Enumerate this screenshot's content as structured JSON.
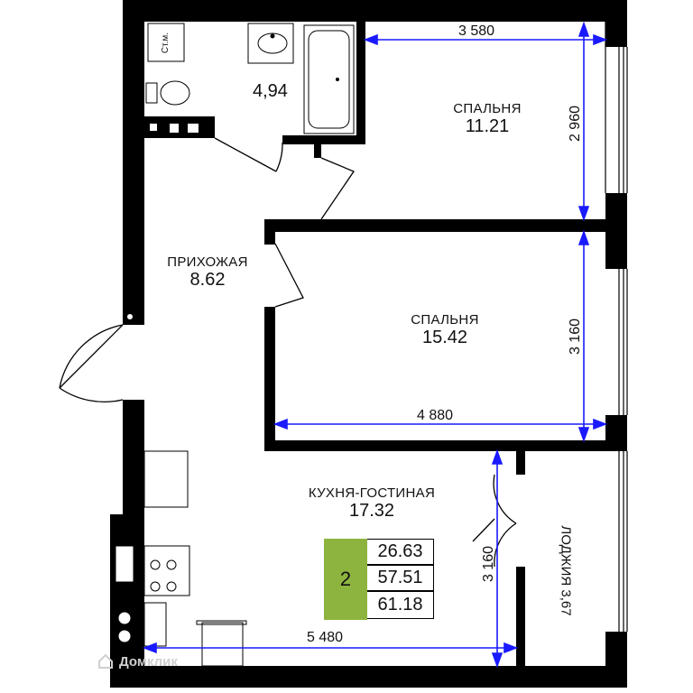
{
  "rooms": {
    "wc": {
      "area": "4,94",
      "fixture_label": "Ст.м."
    },
    "bedroom1": {
      "name": "СПАЛЬНЯ",
      "area": "11.21"
    },
    "hall": {
      "name": "ПРИХОЖАЯ",
      "area": "8.62"
    },
    "bedroom2": {
      "name": "СПАЛЬНЯ",
      "area": "15.42"
    },
    "kitchen": {
      "name": "КУХНЯ-ГОСТИНАЯ",
      "area": "17.32"
    },
    "loggia": {
      "label": "ЛОДЖИЯ 3,67"
    }
  },
  "dimensions": {
    "bedroom1_width": "3 580",
    "bedroom1_height": "2 960",
    "bedroom2_height": "3 160",
    "bedroom2_width": "4 880",
    "kitchen_height": "3 160",
    "kitchen_width": "5 480"
  },
  "summary": {
    "rooms": "2",
    "living_area": "26.63",
    "total_area": "57.51",
    "total_with_loggia": "61.18"
  },
  "watermark": "Домклик",
  "colors": {
    "wall": "#000000",
    "dimension_line": "#1a1aff",
    "summary_accent": "#8db43f"
  }
}
